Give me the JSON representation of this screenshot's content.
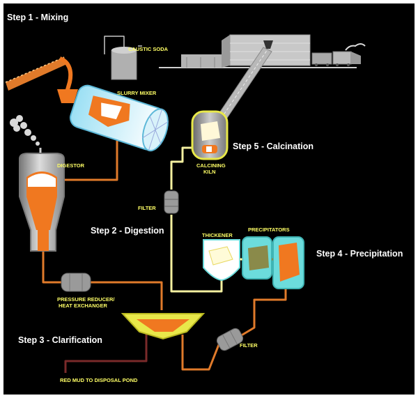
{
  "steps": {
    "mixing": "Step 1 - Mixing",
    "digestion": "Step 2 - Digestion",
    "clarification": "Step 3 - Clarification",
    "precipitation": "Step 4 - Precipitation",
    "calcination": "Step 5 - Calcination"
  },
  "labels": {
    "caustic_soda": "CAUSTIC SODA",
    "slurry_mixer": "SLURRY MIXER",
    "digestor": "DIGESTOR",
    "calcining_line1": "CALCINING",
    "calcining_line2": "KILN",
    "filter_top": "FILTER",
    "thickener": "THICKENER",
    "precipitators": "PRECIPITATORS",
    "pressure_line1": "PRESSURE REDUCER/",
    "pressure_line2": "HEAT EXCHANGER",
    "filter_bottom": "FILTER",
    "red_mud": "RED MUD TO DISPOSAL POND"
  },
  "colors": {
    "background": "#000000",
    "frame": "#ffffff",
    "step_text": "#ffffff",
    "label_text": "#ffff66",
    "bauxite_orange": "#f07820",
    "pipe_orange": "#e07a2a",
    "liquor_yellow": "#f4f0a0",
    "mixer_blue": "#8cd8f0",
    "precip_cyan": "#6cdcdc",
    "vessel_grey": "#a8a8a8",
    "clarifier_yellow": "#e8e84a",
    "red_mud": "#7a2a2a"
  }
}
